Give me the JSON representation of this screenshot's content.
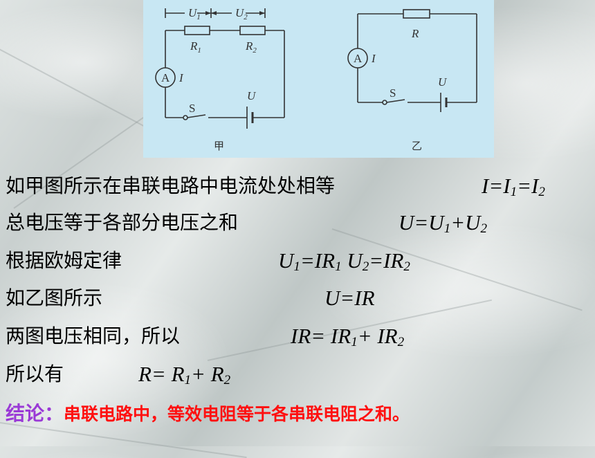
{
  "figure": {
    "left_caption": "甲",
    "right_caption": "乙",
    "labels": {
      "U1": "U",
      "U1_sub": "1",
      "U2": "U",
      "U2_sub": "2",
      "R1": "R",
      "R1_sub": "1",
      "R2": "R",
      "R2_sub": "2",
      "ammeter": "A",
      "current": "I",
      "switch": "S",
      "voltage": "U",
      "R": "R"
    }
  },
  "lines": [
    {
      "text": "如甲图所示在串联电路中电流处处相等",
      "eq_parts": [
        "I=I",
        "1",
        "=I",
        "2"
      ]
    },
    {
      "text": "总电压等于各部分电压之和",
      "eq_parts": [
        "U=U",
        "1",
        "+U",
        "2"
      ]
    },
    {
      "text": "根据欧姆定律",
      "eq_parts": [
        "U",
        "1",
        "=IR",
        "1",
        " U",
        "2",
        "=IR",
        "2"
      ]
    },
    {
      "text": "如乙图所示",
      "eq_parts": [
        "U=IR"
      ]
    },
    {
      "text": "两图电压相同，所以",
      "eq_parts": [
        "IR= IR",
        "1",
        "+ IR",
        "2"
      ]
    },
    {
      "text": "所以有",
      "eq_parts": [
        "R= R",
        "1",
        "+ R",
        "2"
      ]
    }
  ],
  "conclusion": {
    "label": "结论：",
    "text": "串联电路中，等效电阻等于各串联电阻之和。"
  },
  "colors": {
    "figure_background": "#c8e7f3",
    "conclusion_label": "#9a3ad6",
    "conclusion_text": "#ff1010"
  }
}
